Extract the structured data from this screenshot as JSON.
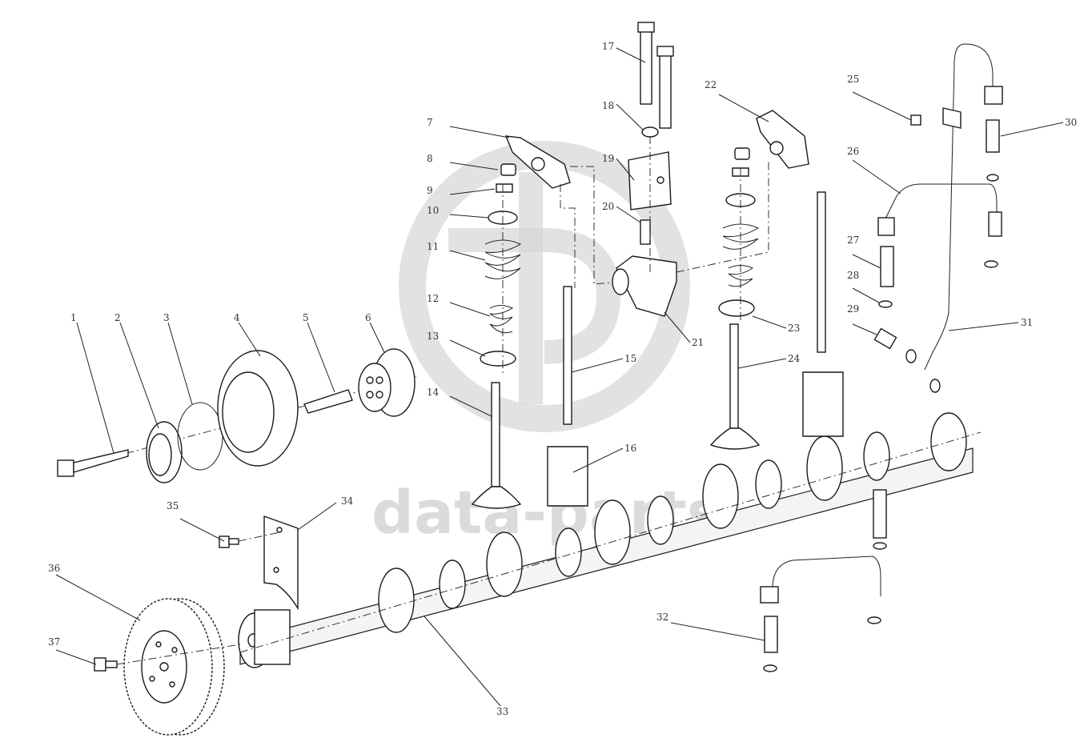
{
  "watermark": {
    "text": "data-parts",
    "color": "#d2d2d2"
  },
  "callouts": [
    {
      "id": "1",
      "text": "1"
    },
    {
      "id": "2",
      "text": "2"
    },
    {
      "id": "3",
      "text": "3"
    },
    {
      "id": "4",
      "text": "4"
    },
    {
      "id": "5",
      "text": "5"
    },
    {
      "id": "6",
      "text": "6"
    },
    {
      "id": "7",
      "text": "7"
    },
    {
      "id": "8",
      "text": "8"
    },
    {
      "id": "9",
      "text": "9"
    },
    {
      "id": "10",
      "text": "10"
    },
    {
      "id": "11",
      "text": "11"
    },
    {
      "id": "12",
      "text": "12"
    },
    {
      "id": "13",
      "text": "13"
    },
    {
      "id": "14",
      "text": "14"
    },
    {
      "id": "15",
      "text": "15"
    },
    {
      "id": "16",
      "text": "16"
    },
    {
      "id": "17",
      "text": "17"
    },
    {
      "id": "18",
      "text": "18"
    },
    {
      "id": "19",
      "text": "19"
    },
    {
      "id": "20",
      "text": "20"
    },
    {
      "id": "21",
      "text": "21"
    },
    {
      "id": "22",
      "text": "22"
    },
    {
      "id": "23",
      "text": "23"
    },
    {
      "id": "24",
      "text": "24"
    },
    {
      "id": "25",
      "text": "25"
    },
    {
      "id": "26",
      "text": "26"
    },
    {
      "id": "27",
      "text": "27"
    },
    {
      "id": "28",
      "text": "28"
    },
    {
      "id": "29",
      "text": "29"
    },
    {
      "id": "30",
      "text": "30"
    },
    {
      "id": "31",
      "text": "31"
    },
    {
      "id": "32",
      "text": "32"
    },
    {
      "id": "33",
      "text": "33"
    },
    {
      "id": "34",
      "text": "34"
    },
    {
      "id": "35",
      "text": "35"
    },
    {
      "id": "36",
      "text": "36"
    },
    {
      "id": "37",
      "text": "37"
    }
  ]
}
